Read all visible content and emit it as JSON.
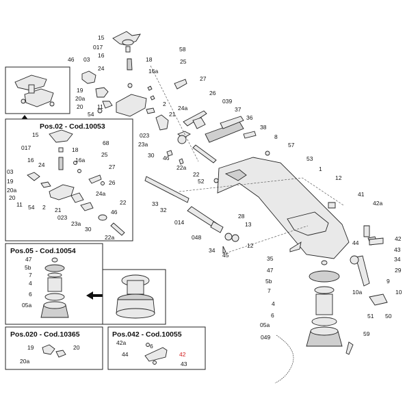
{
  "boxes": {
    "pos02": {
      "title": "Pos.02 - Cod.10053"
    },
    "pos05": {
      "title": "Pos.05 - Cod.10054"
    },
    "pos020": {
      "title": "Pos.020 - Cod.10365"
    },
    "pos042": {
      "title": "Pos.042 - Cod.10055"
    }
  },
  "main_labels": [
    "15",
    "017",
    "16",
    "18",
    "46",
    "03",
    "24",
    "16a",
    "58",
    "25",
    "27",
    "19",
    "20a",
    "20",
    "11",
    "54",
    "2",
    "24a",
    "21",
    "26",
    "039",
    "37",
    "36",
    "38",
    "8",
    "57",
    "53",
    "023",
    "23a",
    "30",
    "46",
    "22a",
    "22",
    "52",
    "1",
    "12",
    "41",
    "42a",
    "33",
    "32",
    "014",
    "048",
    "34",
    "45",
    "28",
    "13",
    "12",
    "44",
    "42",
    "43",
    "34",
    "35",
    "47",
    "29",
    "5b",
    "9",
    "7",
    "10a",
    "10",
    "4",
    "51",
    "50",
    "6",
    "05a",
    "59",
    "049"
  ],
  "pos02_labels": [
    "15",
    "017",
    "18",
    "68",
    "16",
    "16a",
    "25",
    "24",
    "27",
    "03",
    "26",
    "19",
    "20a",
    "24a",
    "20",
    "11",
    "54",
    "2",
    "21",
    "22",
    "023",
    "46",
    "23a",
    "30",
    "22a"
  ],
  "pos05_labels": [
    "47",
    "5b",
    "7",
    "4",
    "6",
    "05a"
  ],
  "pos020_labels": [
    "19",
    "20",
    "20a"
  ],
  "pos042_labels": [
    "42a",
    "6",
    "44",
    "42",
    "43"
  ],
  "colors": {
    "line": "#222222",
    "part_fill": "#e9e9e9",
    "highlight_red": "#d11b1b"
  }
}
